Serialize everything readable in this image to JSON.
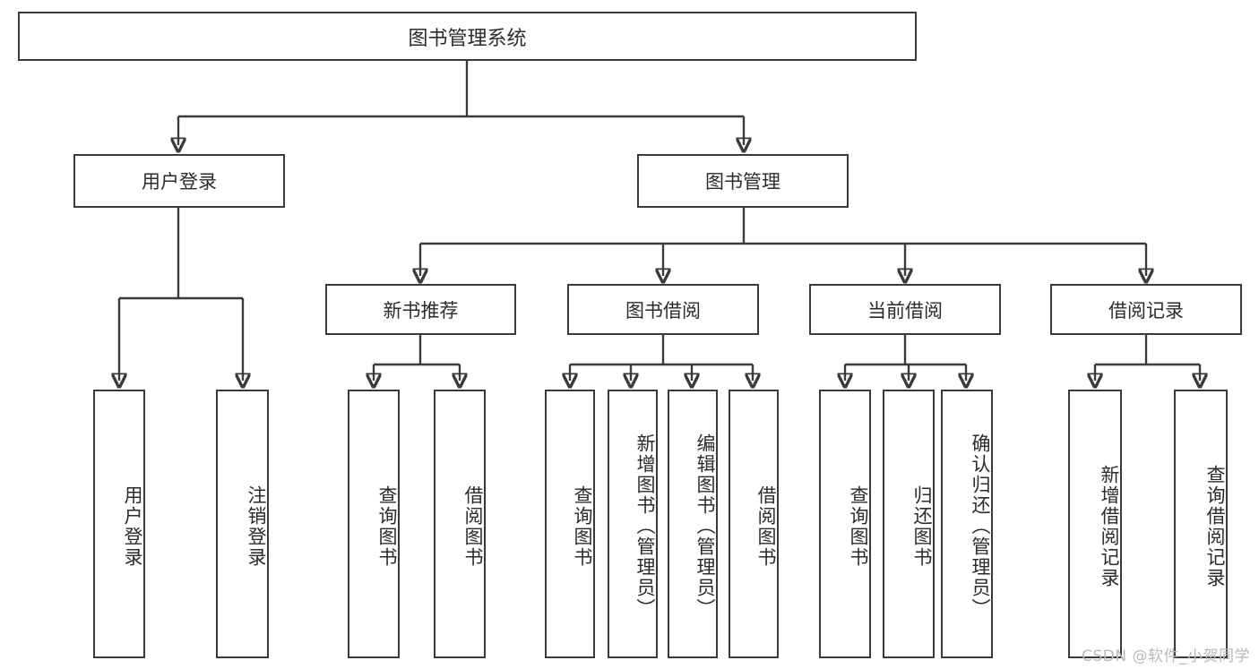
{
  "diagram": {
    "title": "图书管理系统",
    "type": "tree-hierarchy",
    "watermark": "CSDN @软件_小贺同学",
    "colors": {
      "stroke": "#3a3a3a",
      "box_fill": "#ffffff",
      "text": "#2b2b2b",
      "watermark": "#b8b8b8",
      "background": "#ffffff"
    },
    "root": {
      "label": "图书管理系统"
    },
    "level2": [
      {
        "id": "user-login",
        "label": "用户登录"
      },
      {
        "id": "book-manage",
        "label": "图书管理"
      }
    ],
    "level3": [
      {
        "id": "new-book-recommend",
        "label": "新书推荐"
      },
      {
        "id": "book-borrow",
        "label": "图书借阅"
      },
      {
        "id": "current-borrow",
        "label": "当前借阅"
      },
      {
        "id": "borrow-record",
        "label": "借阅记录"
      }
    ],
    "leaves": {
      "user_login": [
        {
          "id": "leaf-user-login",
          "label": "用户登录"
        },
        {
          "id": "leaf-logout-login",
          "label": "注销登录"
        }
      ],
      "new_book_recommend": [
        {
          "id": "leaf-query-book-1",
          "label": "查询图书"
        },
        {
          "id": "leaf-borrow-book-1",
          "label": "借阅图书"
        }
      ],
      "book_borrow": [
        {
          "id": "leaf-query-book-2",
          "label": "查询图书"
        },
        {
          "id": "leaf-add-book",
          "label": "新增图书（管理员）"
        },
        {
          "id": "leaf-edit-book",
          "label": "编辑图书（管理员）"
        },
        {
          "id": "leaf-borrow-book-2",
          "label": "借阅图书"
        }
      ],
      "current_borrow": [
        {
          "id": "leaf-query-book-3",
          "label": "查询图书"
        },
        {
          "id": "leaf-return-book",
          "label": "归还图书"
        },
        {
          "id": "leaf-confirm-return",
          "label": "确认归还（管理员）"
        }
      ],
      "borrow_record": [
        {
          "id": "leaf-add-record",
          "label": "新增借阅记录"
        },
        {
          "id": "leaf-query-record",
          "label": "查询借阅记录"
        }
      ]
    }
  }
}
